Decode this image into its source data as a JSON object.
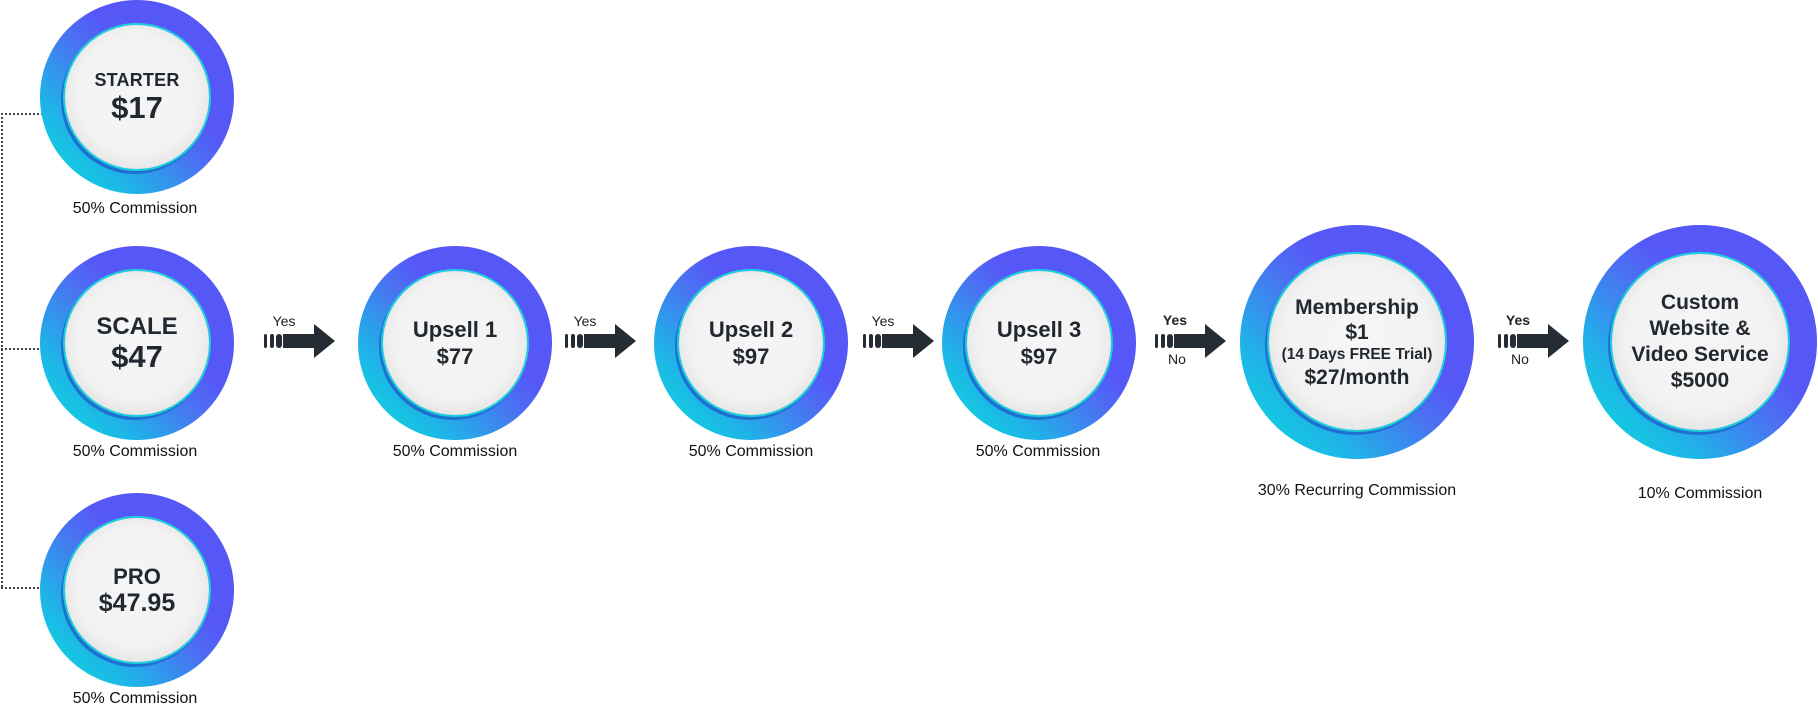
{
  "diagram": {
    "title": "Sales funnel with affiliate commissions",
    "entry_products": [
      {
        "name": "STARTER",
        "price": "$17",
        "commission": "50% Commission"
      },
      {
        "name": "SCALE",
        "price": "$47",
        "commission": "50% Commission"
      },
      {
        "name": "PRO",
        "price": "$47.95",
        "commission": "50% Commission"
      }
    ],
    "upsells": [
      {
        "name": "Upsell 1",
        "price": "$77",
        "commission": "50% Commission"
      },
      {
        "name": "Upsell 2",
        "price": "$97",
        "commission": "50% Commission"
      },
      {
        "name": "Upsell 3",
        "price": "$97",
        "commission": "50% Commission"
      }
    ],
    "membership": {
      "name": "Membership",
      "price": "$1",
      "trial": "(14 Days FREE Trial)",
      "recurring": "$27/month",
      "commission": "30% Recurring Commission"
    },
    "custom_service": {
      "line1": "Custom",
      "line2": "Website &",
      "line3": "Video Service",
      "price": "$5000",
      "commission": "10% Commission"
    },
    "arrows": [
      {
        "yes": "Yes",
        "no": ""
      },
      {
        "yes": "Yes",
        "no": ""
      },
      {
        "yes": "Yes",
        "no": ""
      },
      {
        "yes": "Yes",
        "no": "No"
      },
      {
        "yes": "Yes",
        "no": "No"
      }
    ],
    "colors": {
      "ring_start": "#06e3d8",
      "ring_end": "#5558f7",
      "arrow": "#262c33",
      "text": "#222830"
    }
  }
}
